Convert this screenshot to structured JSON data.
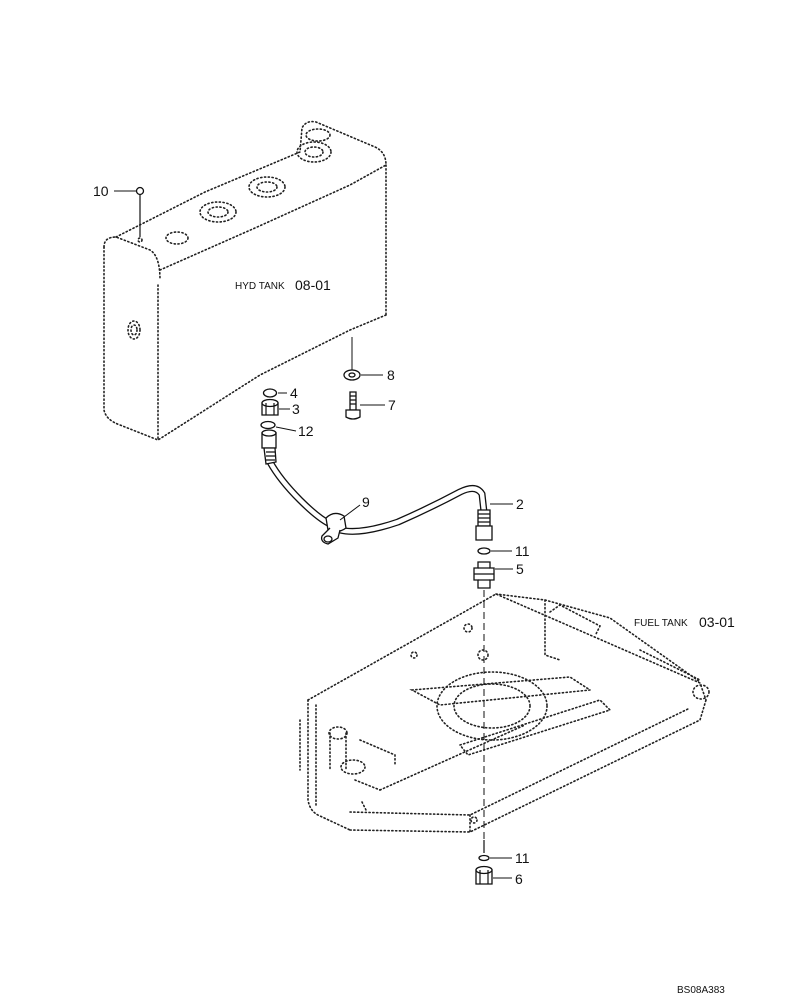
{
  "hyd_tank_ref": {
    "name": "HYD TANK",
    "page": "08-01"
  },
  "fuel_tank_ref": {
    "name": "FUEL TANK",
    "page": "03-01"
  },
  "callouts": [
    "10",
    "4",
    "3",
    "12",
    "8",
    "7",
    "2",
    "9",
    "11",
    "5",
    "11",
    "6"
  ],
  "drawing_code": "BS08A383"
}
